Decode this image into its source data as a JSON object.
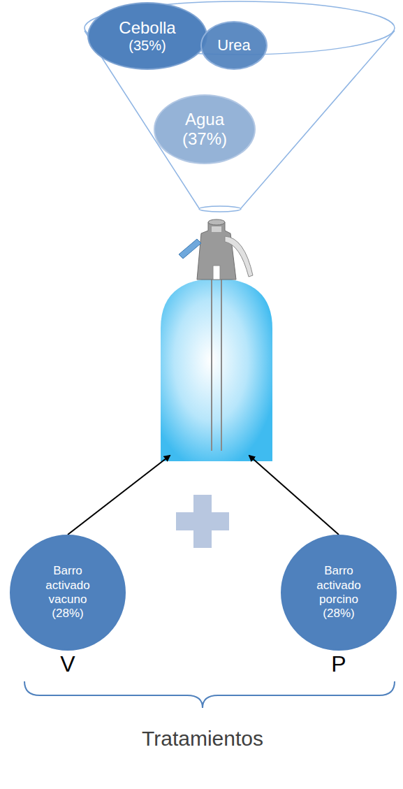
{
  "diagram": {
    "nodes": [
      {
        "text": [
          "Cebolla",
          "(35%)"
        ]
      },
      {
        "text": [
          "Urea"
        ]
      },
      {
        "text": [
          "Agua",
          "(37%)"
        ]
      },
      {
        "text": [
          "Barro activado vacuno (28%)"
        ]
      },
      {
        "text": [
          "Barro activado porcino (28%)"
        ]
      }
    ],
    "labels": [
      "V",
      "P",
      "Tratamientos"
    ]
  }
}
